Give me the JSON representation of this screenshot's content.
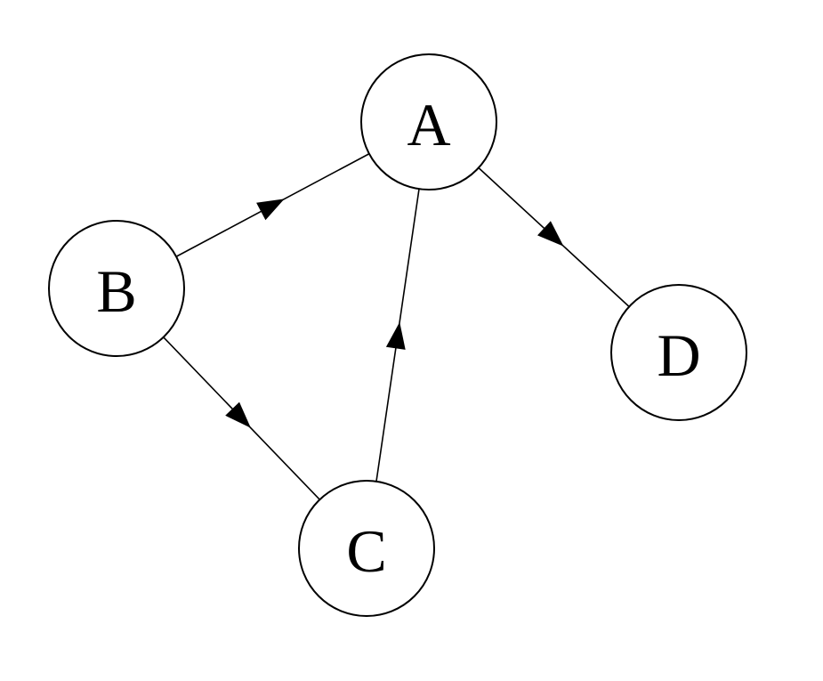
{
  "graph": {
    "nodes": [
      {
        "id": "A",
        "label": "A"
      },
      {
        "id": "B",
        "label": "B"
      },
      {
        "id": "C",
        "label": "C"
      },
      {
        "id": "D",
        "label": "D"
      }
    ],
    "edges": [
      {
        "from": "B",
        "to": "A"
      },
      {
        "from": "B",
        "to": "C"
      },
      {
        "from": "C",
        "to": "A"
      },
      {
        "from": "A",
        "to": "D"
      }
    ],
    "directed": true,
    "arrow_style": "filled triangle at edge midpoint",
    "colors": {
      "stroke": "#000000",
      "node_fill": "#ffffff",
      "background": "#ffffff"
    }
  }
}
